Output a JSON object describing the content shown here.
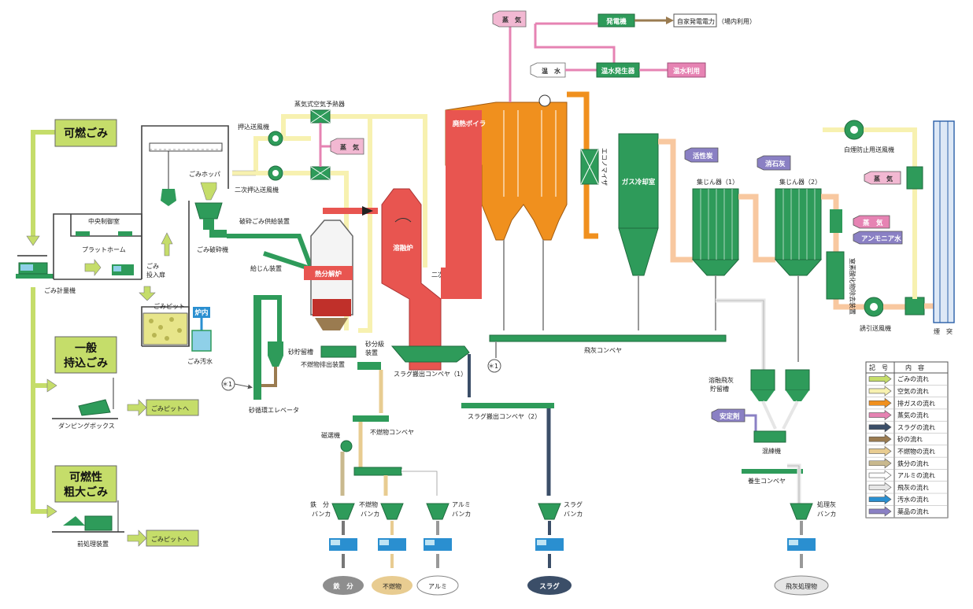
{
  "colors": {
    "garbage": "#c5dd6a",
    "air": "#f7f1b0",
    "exhaust": "#f0901e",
    "steam": "#e683b3",
    "slag": "#3b4e68",
    "sand": "#9a7b50",
    "incombustible": "#e8cc91",
    "iron": "#c9b98e",
    "aluminum": "#ffffff",
    "flyash": "#e6e6e6",
    "wastewater": "#2a8fd0",
    "chemical": "#8a80c4",
    "equip": "#2e9b5a",
    "equipDark": "#1f6b3e",
    "furnace": "#e85550",
    "boiler": "#f0901e"
  },
  "sections": {
    "combustible": "可燃ごみ",
    "general_1": "一般",
    "general_2": "持込ごみ",
    "bulky_1": "可燃性",
    "bulky_2": "粗大ごみ"
  },
  "labels": {
    "scale": "ごみ計量機",
    "control": "中央制御室",
    "platform": "プラットホーム",
    "input_door_1": "ごみ",
    "input_door_2": "投入扉",
    "pit": "ごみピット",
    "wastewater": "ごみ汚水",
    "furnace_in": "炉内",
    "hopper": "ごみホッパ",
    "crusher": "ごみ破砕機",
    "feeder": "破砕ごみ供給装置",
    "supply": "給じん装置",
    "push_fan": "押込送風機",
    "sec_fan": "二次押込送風機",
    "air_preheater": "蒸気式空気予熱器",
    "steam": "蒸　気",
    "pyrolysis": "熱分解炉",
    "melting": "溶融炉",
    "secondary": "二次燃焼室",
    "boiler": "廃熱ボイラ",
    "economizer": "エコノマイザ",
    "gas_cooler": "ガス冷却室",
    "activated_carbon": "活性炭",
    "lime": "消石灰",
    "dust1": "集じん器（1）",
    "dust2": "集じん器（2）",
    "steam2": "蒸　気",
    "ammonia": "アンモニア水",
    "denox": "窒素酸化物除去装置",
    "induced_fan": "誘引送風機",
    "white_smoke_fan": "白煙防止用送風機",
    "steam3": "蒸　気",
    "chimney": "煙　突",
    "steam_top": "蒸　気",
    "generator": "発電機",
    "self_power": "自家発電電力",
    "self_power_note": "（場内利用）",
    "hot_water": "温　水",
    "hot_water_gen": "温水発生器",
    "hot_water_use": "温水利用",
    "sand_tank": "砂貯留槽",
    "sand_sep_1": "砂分級",
    "sand_sep_2": "装置",
    "incomb_out": "不燃物排出装置",
    "sand_elev": "砂循環エレベータ",
    "star1": "＊1",
    "star2": "＊1",
    "slag_conv1": "スラグ搬出コンベヤ（1）",
    "slag_conv2": "スラグ搬出コンベヤ（2）",
    "flyash_conv": "飛灰コンベヤ",
    "magnet": "磁選機",
    "incomb_conv": "不燃物コンベヤ",
    "iron_bunker_1": "鉄　分",
    "iron_bunker_2": "バンカ",
    "incomb_bunker_1": "不燃物",
    "incomb_bunker_2": "バンカ",
    "al_bunker_1": "アルミ",
    "al_bunker_2": "バンカ",
    "slag_bunker_1": "スラグ",
    "slag_bunker_2": "バンカ",
    "melt_ash_1": "溶融飛灰",
    "melt_ash_2": "貯留槽",
    "stabilizer": "安定剤",
    "kneader": "混練機",
    "cure_conv": "養生コンベヤ",
    "treated_bunker_1": "処理灰",
    "treated_bunker_2": "バンカ",
    "dumping": "ダンピングボックス",
    "to_pit_1": "ごみピットへ",
    "to_pit_2": "ごみピットへ",
    "pretreat": "前処理装置",
    "out_iron": "鉄　分",
    "out_incomb": "不燃物",
    "out_al": "アルミ",
    "out_slag": "スラグ",
    "out_flyash": "飛灰処理物"
  },
  "legend": {
    "header_symbol": "記　号",
    "header_content": "内　容",
    "items": [
      {
        "label": "ごみの流れ",
        "color": "#c5dd6a"
      },
      {
        "label": "空気の流れ",
        "color": "#f7f1b0"
      },
      {
        "label": "排ガスの流れ",
        "color": "#f0901e"
      },
      {
        "label": "蒸気の流れ",
        "color": "#e683b3"
      },
      {
        "label": "スラグの流れ",
        "color": "#3b4e68"
      },
      {
        "label": "砂の流れ",
        "color": "#9a7b50"
      },
      {
        "label": "不燃物の流れ",
        "color": "#e8cc91"
      },
      {
        "label": "鉄分の流れ",
        "color": "#c9b98e"
      },
      {
        "label": "アルミの流れ",
        "color": "#ffffff"
      },
      {
        "label": "飛灰の流れ",
        "color": "#e6e6e6"
      },
      {
        "label": "汚水の流れ",
        "color": "#2a8fd0"
      },
      {
        "label": "薬品の流れ",
        "color": "#8a80c4"
      }
    ]
  }
}
